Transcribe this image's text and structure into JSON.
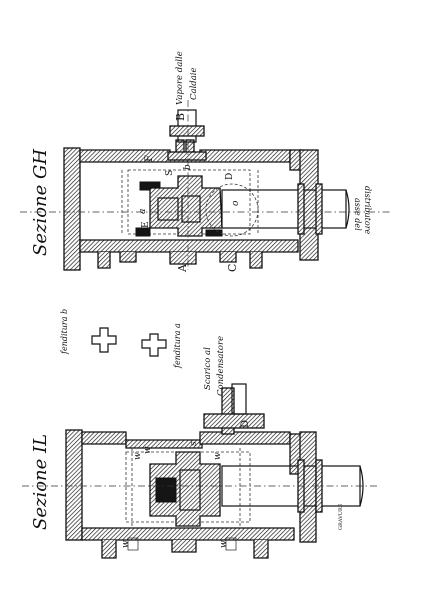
{
  "upper_section": {
    "title": "Sezione GH",
    "letters": {
      "a": "a",
      "b": "b",
      "s": "S",
      "e": "E",
      "d": "D",
      "o": "o",
      "f": "F",
      "big_b": "B",
      "big_a": "A",
      "big_c": "C"
    },
    "vapore_1": "Vapore dalle",
    "vapore_2": "Caldaie",
    "asse_1": "asse del",
    "asse_2": "distributore"
  },
  "middle_figures": {
    "fenditura_b": "fenditura b",
    "fenditura_a": "fenditura a",
    "scarico_1": "Scarico al",
    "scarico_2": "Condensatore"
  },
  "lower_section": {
    "title": "Sezione IL",
    "letters": {
      "w1": "w",
      "w2": "w",
      "w3": "w",
      "w4": "w",
      "w5": "w",
      "s": "s",
      "d": "D"
    },
    "engraver": "GRAVURE"
  }
}
